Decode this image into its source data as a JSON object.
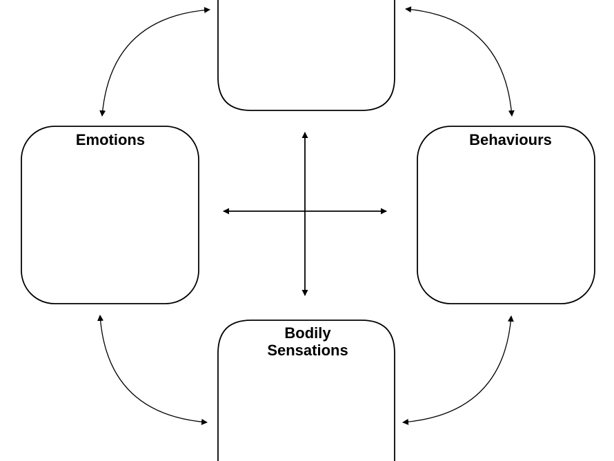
{
  "boxes": {
    "top": {
      "label": ""
    },
    "emotions": {
      "label": "Emotions"
    },
    "behaviours": {
      "label": "Behaviours"
    },
    "bodily_sensations": {
      "label_line1": "Bodily",
      "label_line2": "Sensations"
    }
  },
  "colors": {
    "stroke": "#000000",
    "background": "#ffffff"
  },
  "icons": {
    "center": "four-way-arrow-icon",
    "connectors": "curved-double-arrow-icon"
  }
}
